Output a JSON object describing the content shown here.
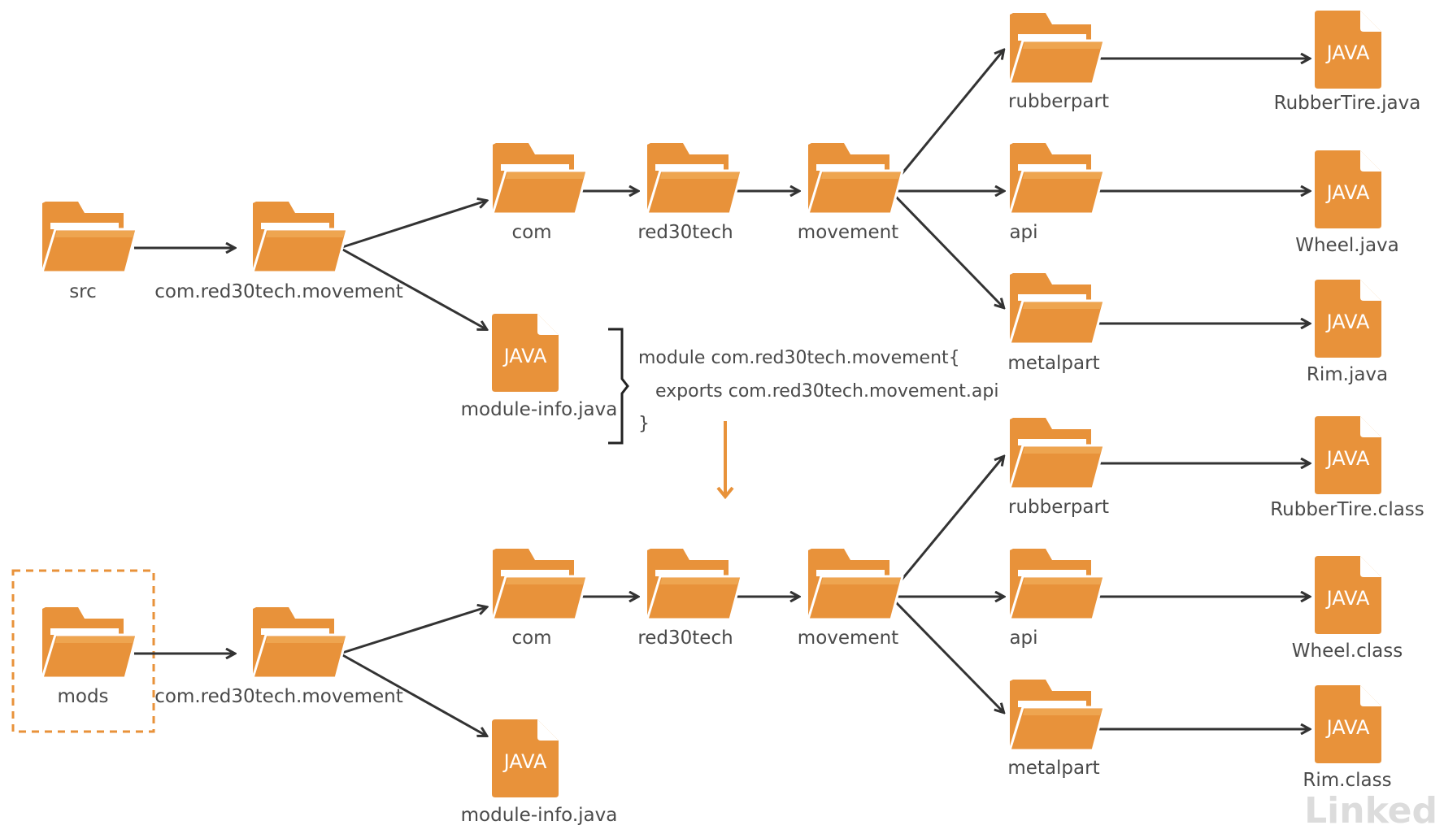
{
  "colors": {
    "folder": "#E8923A",
    "folder_light": "#F2B463",
    "arrow": "#333333",
    "accent_arrow": "#E8923A",
    "label": "#4a4a4a"
  },
  "file_badge": "JAVA",
  "top": {
    "root": "src",
    "module_folder": "com.red30tech.movement",
    "chain": [
      "com",
      "red30tech",
      "movement"
    ],
    "packages": [
      "rubberpart",
      "api",
      "metalpart"
    ],
    "files": [
      "RubberTire.java",
      "Wheel.java",
      "Rim.java"
    ],
    "module_info": "module-info.java"
  },
  "module_declaration": {
    "line1": "module com.red30tech.movement{",
    "line2": "exports com.red30tech.movement.api",
    "line3": "}"
  },
  "bottom": {
    "root": "mods",
    "module_folder": "com.red30tech.movement",
    "chain": [
      "com",
      "red30tech",
      "movement"
    ],
    "packages": [
      "rubberpart",
      "api",
      "metalpart"
    ],
    "files": [
      "RubberTire.class",
      "Wheel.class",
      "Rim.class"
    ],
    "module_info": "module-info.java"
  },
  "watermark": "Linked"
}
